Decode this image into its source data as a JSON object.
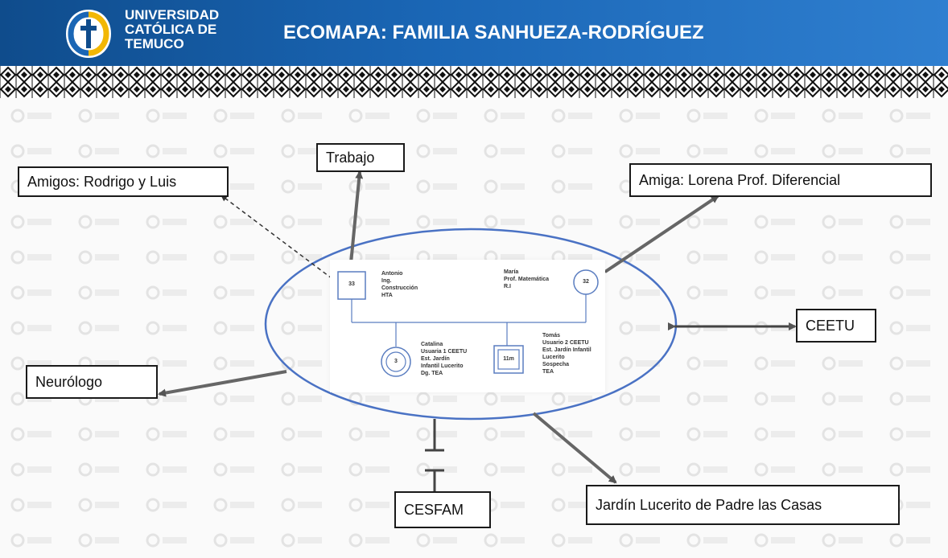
{
  "header": {
    "logo_lines": [
      "UNIVERSIDAD",
      "CATÓLICA DE",
      "TEMUCO"
    ],
    "title": "ECOMAPA: FAMILIA SANHUEZA-RODRÍGUEZ"
  },
  "nodes": {
    "trabajo": "Trabajo",
    "amigos": "Amigos: Rodrigo y Luis",
    "amiga": "Amiga: Lorena Prof. Diferencial",
    "ceetu": "CEETU",
    "neurologo": "Neurólogo",
    "cesfam": "CESFAM",
    "jardin": "Jardín Lucerito de Padre las Casas"
  },
  "genogram": {
    "father": {
      "age": "33",
      "lines": [
        "Antonio",
        "Ing.",
        "Construcción",
        "HTA"
      ]
    },
    "mother": {
      "age": "32",
      "lines": [
        "María",
        "Prof. Matemática",
        "R.I"
      ]
    },
    "daughter": {
      "age": "3",
      "lines": [
        "Catalina",
        "Usuaria 1 CEETU",
        "Est. Jardín",
        "Infantil Lucerito",
        "Dg. TEA"
      ]
    },
    "son": {
      "age": "11m",
      "lines": [
        "Tomás",
        "Usuario 2 CEETU",
        "Est. Jardín Infantil",
        "Lucerito",
        "Sospecha",
        "TEA"
      ]
    }
  },
  "colors": {
    "header_blue": "#1a66b5",
    "ellipse_blue": "#4a72c4",
    "arrow_gray": "#6b6b6b"
  }
}
